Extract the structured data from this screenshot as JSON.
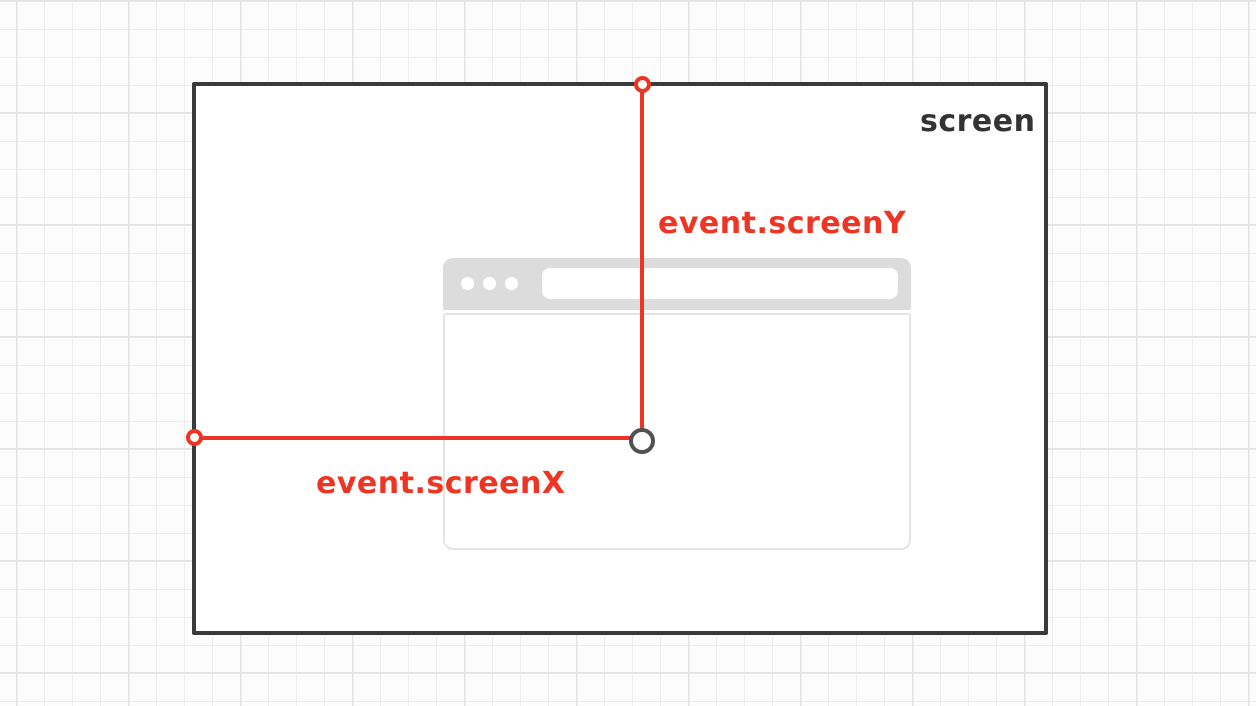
{
  "diagram": {
    "screen_label": "screen",
    "screen_y_label": "event.screenY",
    "screen_x_label": "event.screenX"
  },
  "colors": {
    "annotation_red": "#ee3524",
    "screen_border": "#3a3a3a",
    "window_gray": "#dcdcdc",
    "window_border": "#e4e4e4",
    "pointer_border": "#515151",
    "grid_minor": "#eeeeee",
    "grid_major": "#e3e3e3",
    "canvas_bg": "#fcfcfc"
  },
  "icons": {
    "window_control_dots": "three-white-circles",
    "line_endpoint_marker": "small-red-outlined-circle",
    "pointer_marker": "gray-outlined-circle"
  }
}
